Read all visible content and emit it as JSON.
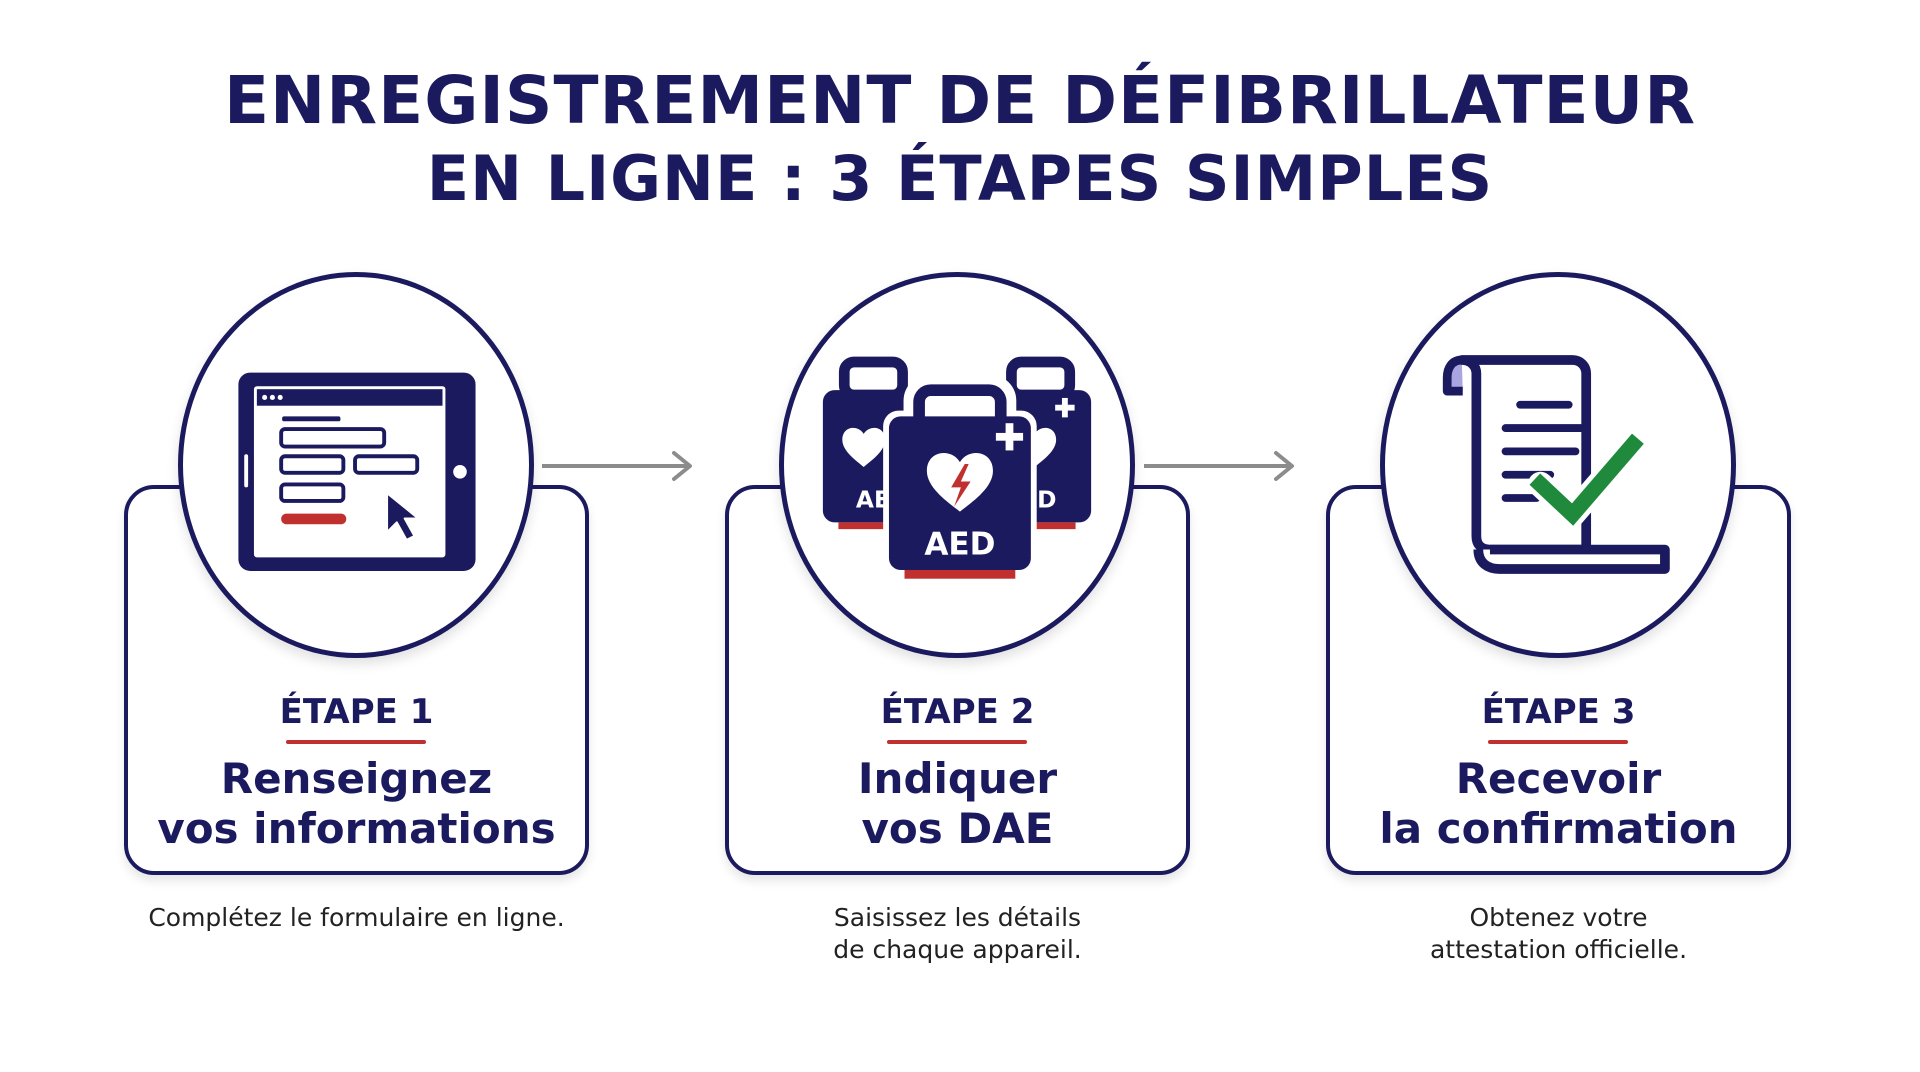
{
  "title": {
    "line1": "ENREGISTREMENT DE DÉFIBRILLATEUR",
    "line2": "EN LIGNE : 3 ÉTAPES SIMPLES"
  },
  "colors": {
    "navy": "#1c1a5e",
    "red": "#c0302e",
    "green": "#1f8a3c",
    "arrow_gray": "#8c8c8c"
  },
  "steps": [
    {
      "label": "ÉTAPE 1",
      "title_line1": "Renseignez",
      "title_line2": "vos informations",
      "desc_line1": "Complétez le formulaire en ligne.",
      "desc_line2": "",
      "icon": "tablet-form-icon"
    },
    {
      "label": "ÉTAPE 2",
      "title_line1": "Indiquer",
      "title_line2": "vos DAE",
      "desc_line1": "Saisissez les détails",
      "desc_line2": "de chaque appareil.",
      "icon": "aed-cases-icon",
      "icon_texts": {
        "front": "AED",
        "left_partial": "AE",
        "right_partial": "ED"
      }
    },
    {
      "label": "ÉTAPE 3",
      "title_line1": "Recevoir",
      "title_line2": "la confirmation",
      "desc_line1": "Obtenez votre",
      "desc_line2": "attestation officielle.",
      "icon": "certificate-check-icon"
    }
  ]
}
